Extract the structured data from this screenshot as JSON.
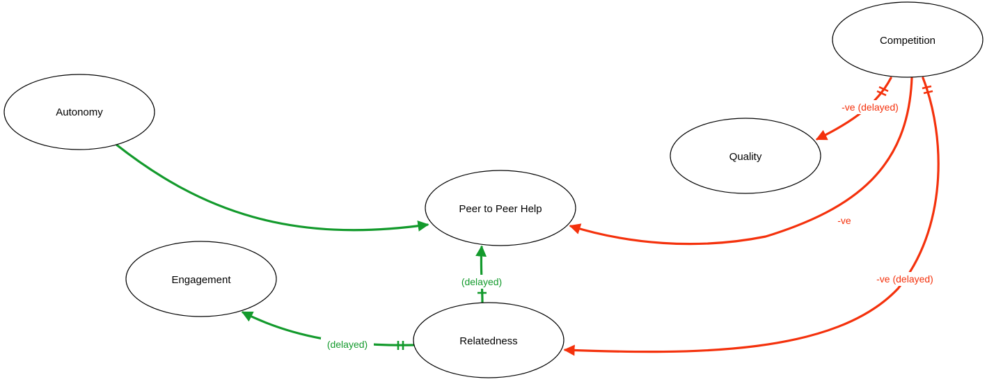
{
  "colors": {
    "positive": "#139a2c",
    "negative": "#f4310c",
    "node_border": "#000000",
    "node_fill": "#ffffff"
  },
  "nodes": [
    {
      "id": "autonomy",
      "label": "Autonomy"
    },
    {
      "id": "competition",
      "label": "Competition"
    },
    {
      "id": "quality",
      "label": "Quality"
    },
    {
      "id": "peer-help",
      "label": "Peer to Peer Help"
    },
    {
      "id": "engagement",
      "label": "Engagement"
    },
    {
      "id": "relatedness",
      "label": "Relatedness"
    }
  ],
  "edges": [
    {
      "id": "autonomy-to-peer-help",
      "from": "Autonomy",
      "to": "Peer to Peer Help",
      "polarity": "positive",
      "label": "",
      "delay": false
    },
    {
      "id": "relatedness-to-peer-help",
      "from": "Relatedness",
      "to": "Peer to Peer Help",
      "polarity": "positive",
      "label": "(delayed)",
      "delay": true
    },
    {
      "id": "relatedness-to-engagement",
      "from": "Relatedness",
      "to": "Engagement",
      "polarity": "positive",
      "label": "(delayed)",
      "delay": true
    },
    {
      "id": "competition-to-quality",
      "from": "Competition",
      "to": "Quality",
      "polarity": "negative",
      "label": "-ve (delayed)",
      "delay": true
    },
    {
      "id": "competition-to-peer-help",
      "from": "Competition",
      "to": "Peer to Peer Help",
      "polarity": "negative",
      "label": "-ve",
      "delay": false
    },
    {
      "id": "competition-to-relatedness",
      "from": "Competition",
      "to": "Relatedness",
      "polarity": "negative",
      "label": "-ve (delayed)",
      "delay": true
    }
  ]
}
